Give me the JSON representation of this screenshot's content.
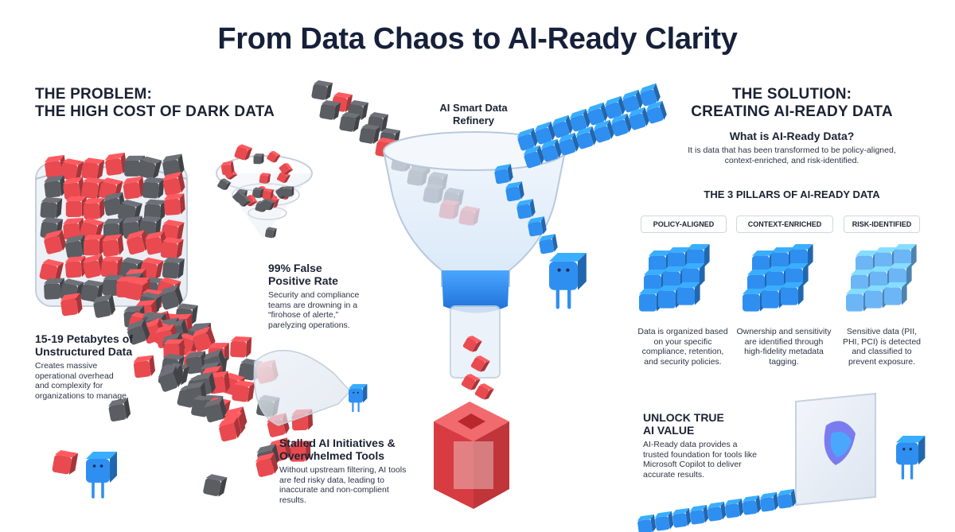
{
  "title": "From Data Chaos to AI-Ready Clarity",
  "problem": {
    "heading_line1": "THE PROBLEM:",
    "heading_line2": "THE HIGH COST OF DARK DATA",
    "stats": [
      {
        "title_line1": "15-19 Petabytes of",
        "title_line2": "Unstructured Data",
        "body_lines": [
          "Creates massive",
          "operational overhead",
          "and complexity for",
          "organizations to manage."
        ]
      },
      {
        "title_line1": "99% False",
        "title_line2": "Positive Rate",
        "body_lines": [
          "Security and compliance",
          "teams are drowning in a",
          "“firohose of alerte,”",
          "parelyzing operations."
        ]
      },
      {
        "title_line1": "Stalled AI Initiatives &",
        "title_line2": "Overwhelmed Tools",
        "body_lines": [
          "Without upstream filtering, AI tools",
          "are fed risky data, leading to",
          "inaccurate and non-complient",
          "results."
        ]
      }
    ]
  },
  "refinery": {
    "label_line1": "AI Smart Data",
    "label_line2": "Refinery"
  },
  "solution": {
    "heading_line1": "THE SOLUTION:",
    "heading_line2": "CREATING AI-READY DATA",
    "what_title": "What is AI-Ready Data?",
    "what_body_line1": "It is data that has been transformed to be policy-aligned,",
    "what_body_line2": "context-enriched, and risk-identified.",
    "pillars_title": "THE 3 PILLARS OF AI-READY DATA",
    "pillars": [
      {
        "label": "POLICY-ALIGNED",
        "desc_lines": [
          "Data is organized based",
          "on your specific",
          "compliance, retention,",
          "and security policies."
        ]
      },
      {
        "label": "CONTEXT-ENRICHED",
        "desc_lines": [
          "Ownership and sensitivity",
          "are identified through",
          "high-fidelity metadata",
          "tagging."
        ]
      },
      {
        "label": "RISK-IDENTIFIED",
        "desc_lines": [
          "Sensitive data (PII,",
          "PHI, PCI) is detected",
          "and classified to",
          "prevent exposure."
        ]
      }
    ],
    "unlock_title_line1": "UNLOCK TRUE",
    "unlock_title_line2": "AI VALUE",
    "unlock_body_lines": [
      "AI-Ready data provides a",
      "trusted foundation for tools like",
      "Microsoft Copilot to deliver",
      "accurate results."
    ]
  },
  "colors": {
    "red": "#e84a4f",
    "gray": "#5a5d62",
    "blue": "#2f8ff0",
    "navy": "#16203a"
  }
}
